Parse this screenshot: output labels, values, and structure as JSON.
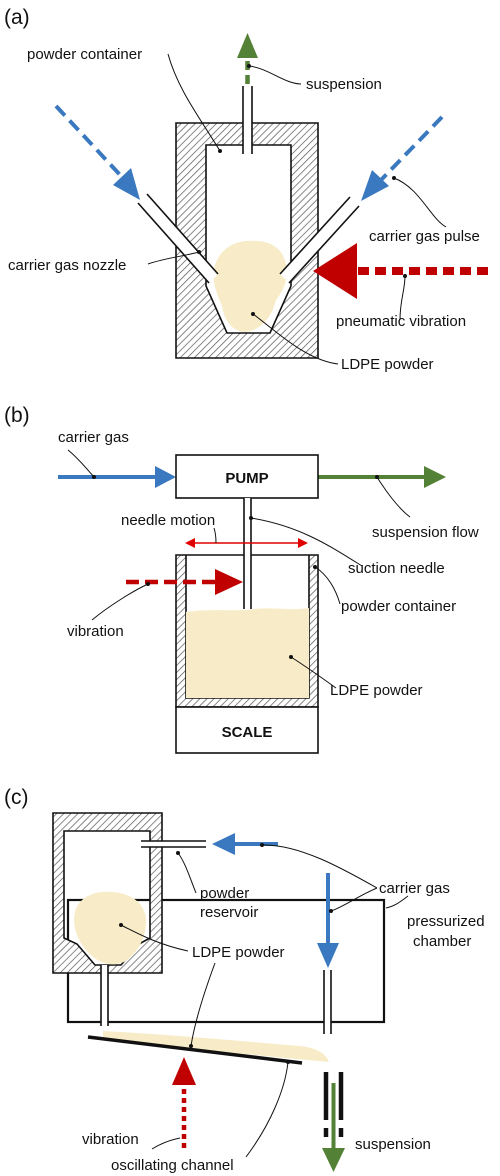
{
  "colors": {
    "powder": "#f8ecc8",
    "carrier_gas": "#3a78bf",
    "suspension": "#538135",
    "vibration": "#c00000",
    "hatch": "#555555",
    "outline": "#111111"
  },
  "panel_a": {
    "tag": "(a)",
    "labels": {
      "powder_container": "powder container",
      "suspension": "suspension",
      "carrier_gas_pulse": "carrier gas pulse",
      "carrier_gas_nozzle": "carrier gas nozzle",
      "pneumatic_vibration": "pneumatic vibration",
      "ldpe_powder": "LDPE powder"
    }
  },
  "panel_b": {
    "tag": "(b)",
    "labels": {
      "carrier_gas": "carrier gas",
      "pump": "PUMP",
      "suspension_flow": "suspension flow",
      "needle_motion": "needle motion",
      "suction_needle": "suction needle",
      "vibration": "vibration",
      "powder_container": "powder container",
      "ldpe_powder": "LDPE powder",
      "scale": "SCALE"
    }
  },
  "panel_c": {
    "tag": "(c)",
    "labels": {
      "powder_reservoir_line1": "powder",
      "powder_reservoir_line2": "reservoir",
      "carrier_gas": "carrier gas",
      "ldpe_powder": "LDPE powder",
      "pressurized_line1": "pressurized",
      "pressurized_line2": "chamber",
      "vibration": "vibration",
      "suspension": "suspension",
      "oscillating_channel": "oscillating channel"
    }
  }
}
